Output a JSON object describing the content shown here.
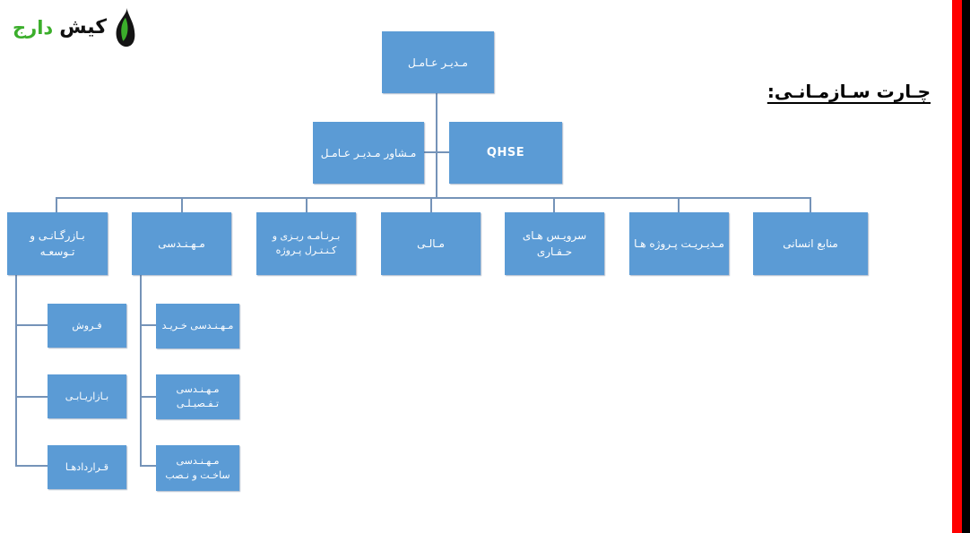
{
  "logo": {
    "word_first": "دارج",
    "word_second": "کیش",
    "flame_icon": "flame-leaf-icon"
  },
  "heading": {
    "title": "چـارت سـازمـانـی:"
  },
  "org_chart": {
    "root": {
      "label": "مـدیـر عـامـل"
    },
    "staff": {
      "advisor": {
        "label": "مـشاور مـدیـر عـامـل"
      },
      "qhse": {
        "label": "QHSE"
      }
    },
    "departments": [
      {
        "label": "بـازرگـانـی و تـوسعـه",
        "children": [
          {
            "label": "فـروش"
          },
          {
            "label": "بـازاریـابـی"
          },
          {
            "label": "قـراردادهـا"
          }
        ]
      },
      {
        "label": "مـهـنـدسی",
        "children": [
          {
            "label": "مـهـنـدسی خـریـد"
          },
          {
            "label": "مـهـنـدسی تـفـصیـلـی"
          },
          {
            "label": "مـهـنـدسی ساخـت و نـصب"
          }
        ]
      },
      {
        "label": "بـرنـامـه ریـزی و کـنـتـرل پـروژه",
        "children": []
      },
      {
        "label": "مـالـی",
        "children": []
      },
      {
        "label": "سرویـس هـای حـفـاری",
        "children": []
      },
      {
        "label": "مـدیـریـت پـروژه هـا",
        "children": []
      },
      {
        "label": "منابع انسانی",
        "children": []
      }
    ]
  },
  "colors": {
    "node_fill": "#5B9BD5",
    "node_text": "#FFFFFF",
    "connector": "#7593B8",
    "edge_red_bar": "#FF0000",
    "edge_black_bar": "#000000",
    "logo_green": "#3BAE2B",
    "heading_text": "#000000"
  }
}
